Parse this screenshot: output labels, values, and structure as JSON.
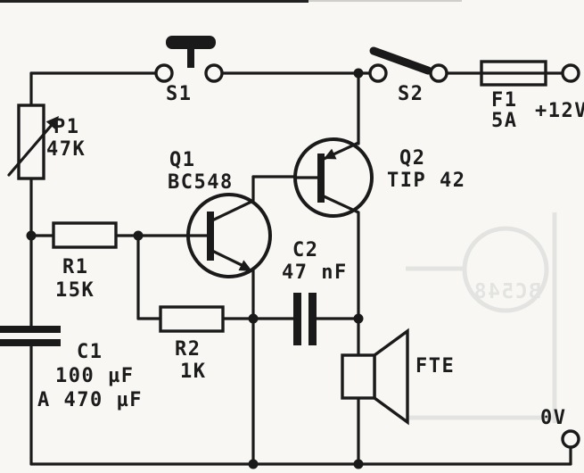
{
  "diagram": {
    "type": "circuit-schematic",
    "colors": {
      "ink": "#1a1a1a",
      "paper": "#f8f7f3"
    },
    "labels": {
      "s1": "S1",
      "s2": "S2",
      "f1_name": "F1",
      "f1_value": "5A",
      "supply_positive": "+12V",
      "supply_zero": "0V",
      "p1_name": "P1",
      "p1_value": "47K",
      "q1_name": "Q1",
      "q1_part": "BC548",
      "q2_name": "Q2",
      "q2_part": "TIP 42",
      "r1_name": "R1",
      "r1_value": "15K",
      "r2_name": "R2",
      "r2_value": "1K",
      "c1_name": "C1",
      "c1_value_min": "100 µF",
      "c1_value_max": "A 470 µF",
      "c2_name": "C2",
      "c2_value": "47 nF",
      "speaker": "FTE",
      "ghost_text": "BC548"
    }
  }
}
